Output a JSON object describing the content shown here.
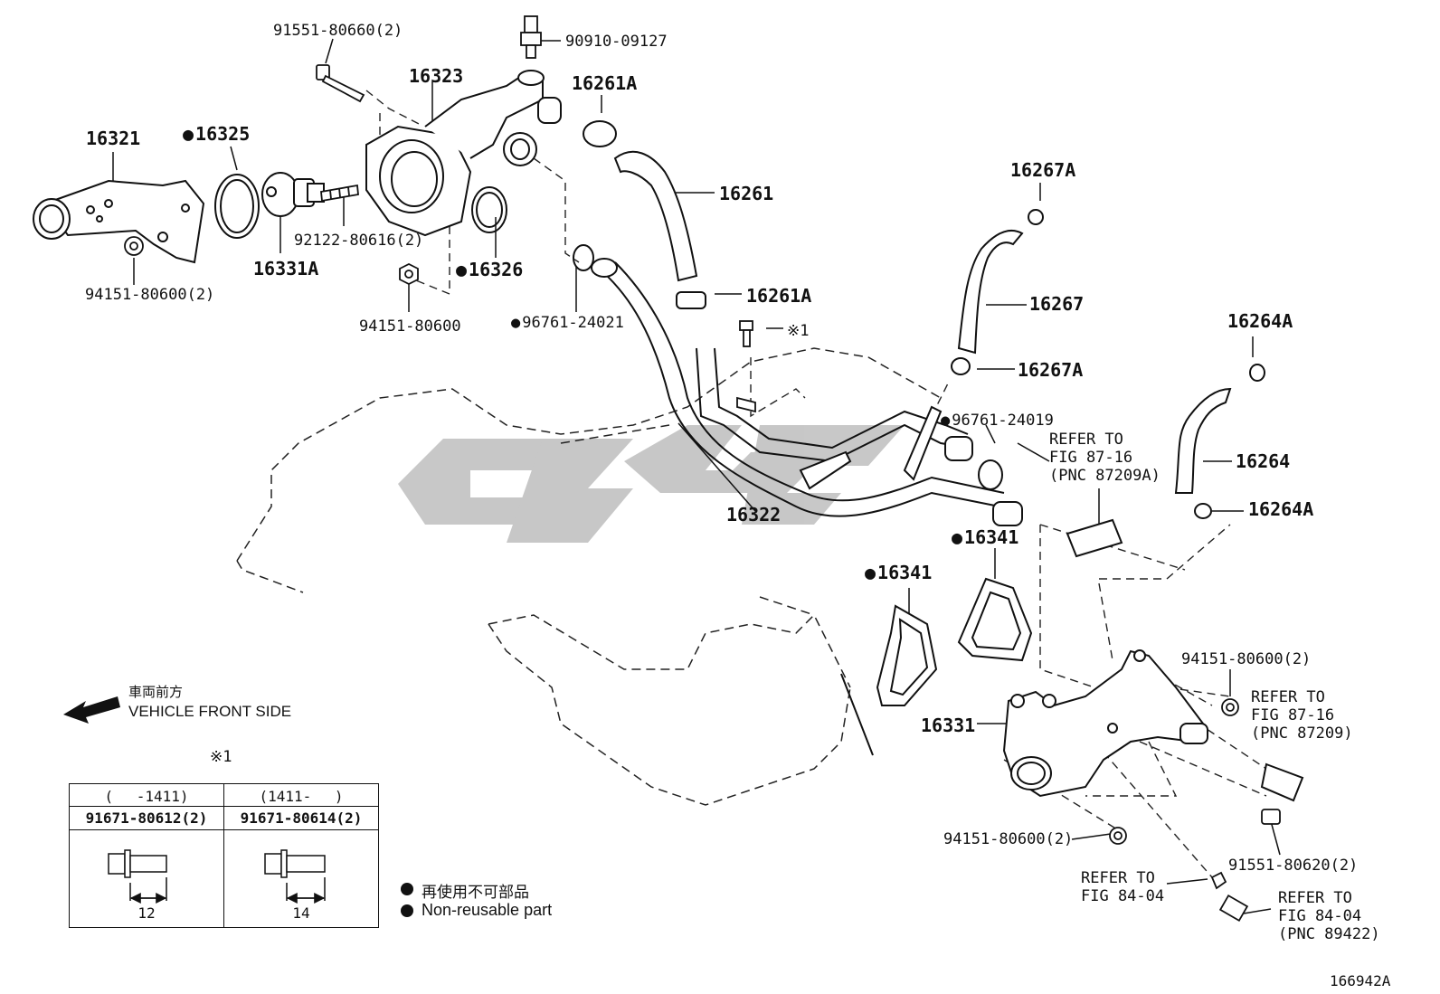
{
  "labels": {
    "p91551_80660": "91551-80660(2)",
    "p90910_09127": "90910-09127",
    "p16323": "16323",
    "p16261A_top": "16261A",
    "p16321": "16321",
    "p16325": "16325",
    "p16261": "16261",
    "p92122": "92122-80616(2)",
    "p16331A": "16331A",
    "p16326": "16326",
    "p94151_80600_2_left": "94151-80600(2)",
    "p94151_80600_mid": "94151-80600",
    "p96761_24021": "96761-24021",
    "p16261A_mid": "16261A",
    "p16267A_top": "16267A",
    "p16267": "16267",
    "p16267A_mid": "16267A",
    "ref_mark1": "※1",
    "p96761_24019": "96761-24019",
    "p16264A_top": "16264A",
    "p16264": "16264",
    "p16264A_mid": "16264A",
    "p16322": "16322",
    "p16341_a": "16341",
    "p16341_b": "16341",
    "p16331": "16331",
    "p94151_80600_2_right": "94151-80600(2)",
    "p94151_80600_2_bottom": "94151-80600(2)",
    "p91551_80620": "91551-80620(2)",
    "diagram_id": "166942A"
  },
  "refs": {
    "ref_87209A": "REFER TO\nFIG 87-16\n(PNC 87209A)",
    "ref_87209": "REFER TO\nFIG 87-16\n(PNC 87209)",
    "ref_8404a": "REFER TO\nFIG 84-04",
    "ref_89422": "REFER TO\nFIG 84-04\n(PNC 89422)"
  },
  "front": {
    "jp": "車両前方",
    "en": "VEHICLE FRONT SIDE"
  },
  "legend": {
    "jp": "再使用不可部品",
    "en": "Non-reusable part"
  },
  "table": {
    "mark": "※1",
    "col1_range": "(　 -1411)",
    "col2_range": "(1411- 　)",
    "col1_part": "91671-80612(2)",
    "col2_part": "91671-80614(2)",
    "col1_len": "12",
    "col2_len": "14"
  }
}
